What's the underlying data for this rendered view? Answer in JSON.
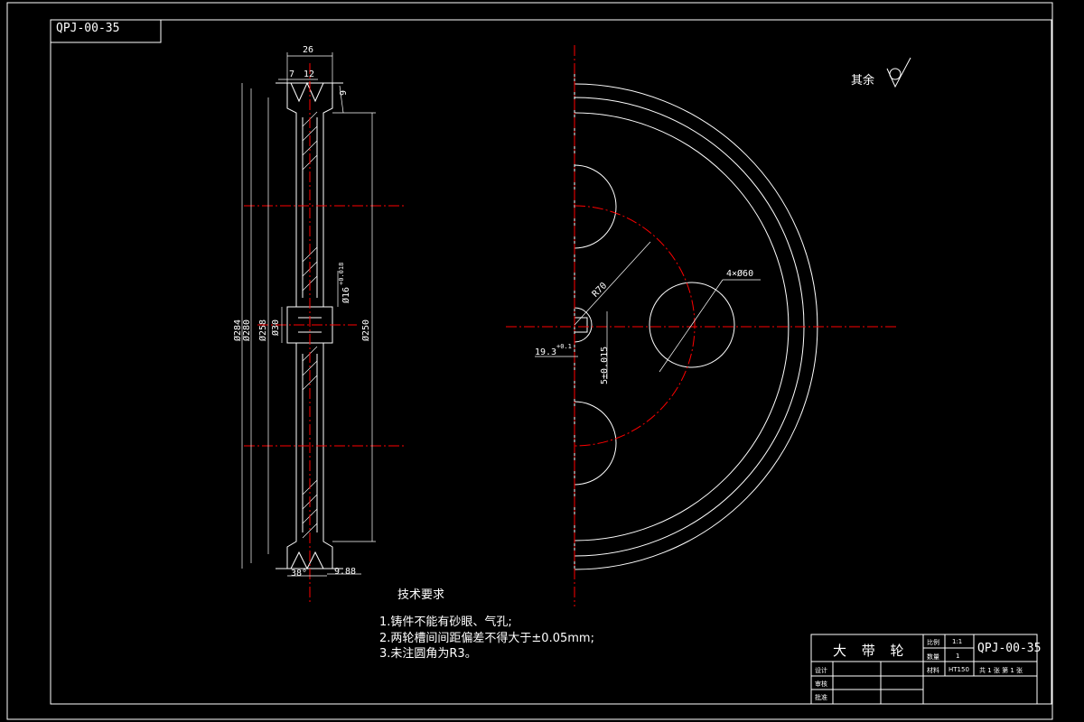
{
  "drawing": {
    "code_tag": "QPJ-00-35",
    "roughness_note": "其余",
    "dimensions": {
      "width_top": "26",
      "dim_7": "7",
      "dim_12": "12",
      "dim_9": "9",
      "dia_284": "Ø284",
      "dia_280": "Ø280",
      "dia_258": "Ø258",
      "dia_30": "Ø30",
      "dia_250": "Ø250",
      "dia_16": "Ø16",
      "tol_16": "+0.018",
      "angle_38": "38°",
      "dim_988": "9.88",
      "radius_r70": "R70",
      "holes": "4×Ø60",
      "keyway_depth": "19.3",
      "keyway_tol": "+0.1",
      "keyway_width": "5±0.015"
    },
    "tech_requirements": {
      "title": "技术要求",
      "items": [
        "1.铸件不能有砂眼、气孔;",
        "2.两轮槽间间距偏差不得大于±0.05mm;",
        "3.未注圆角为R3。"
      ]
    },
    "title_block": {
      "part_name": "大 带 轮",
      "drawing_code": "QPJ-00-35",
      "scale_label": "比例",
      "scale_value": "1:1",
      "qty_label": "数量",
      "qty_value": "1",
      "material_label": "材料",
      "material_value": "HT150",
      "sheet_info": "共 1 张 第 1 张",
      "design_label": "设计",
      "review_label": "审核",
      "approve_label": "批准"
    },
    "colors": {
      "line": "#ffffff",
      "center_line": "#ff0000"
    }
  }
}
